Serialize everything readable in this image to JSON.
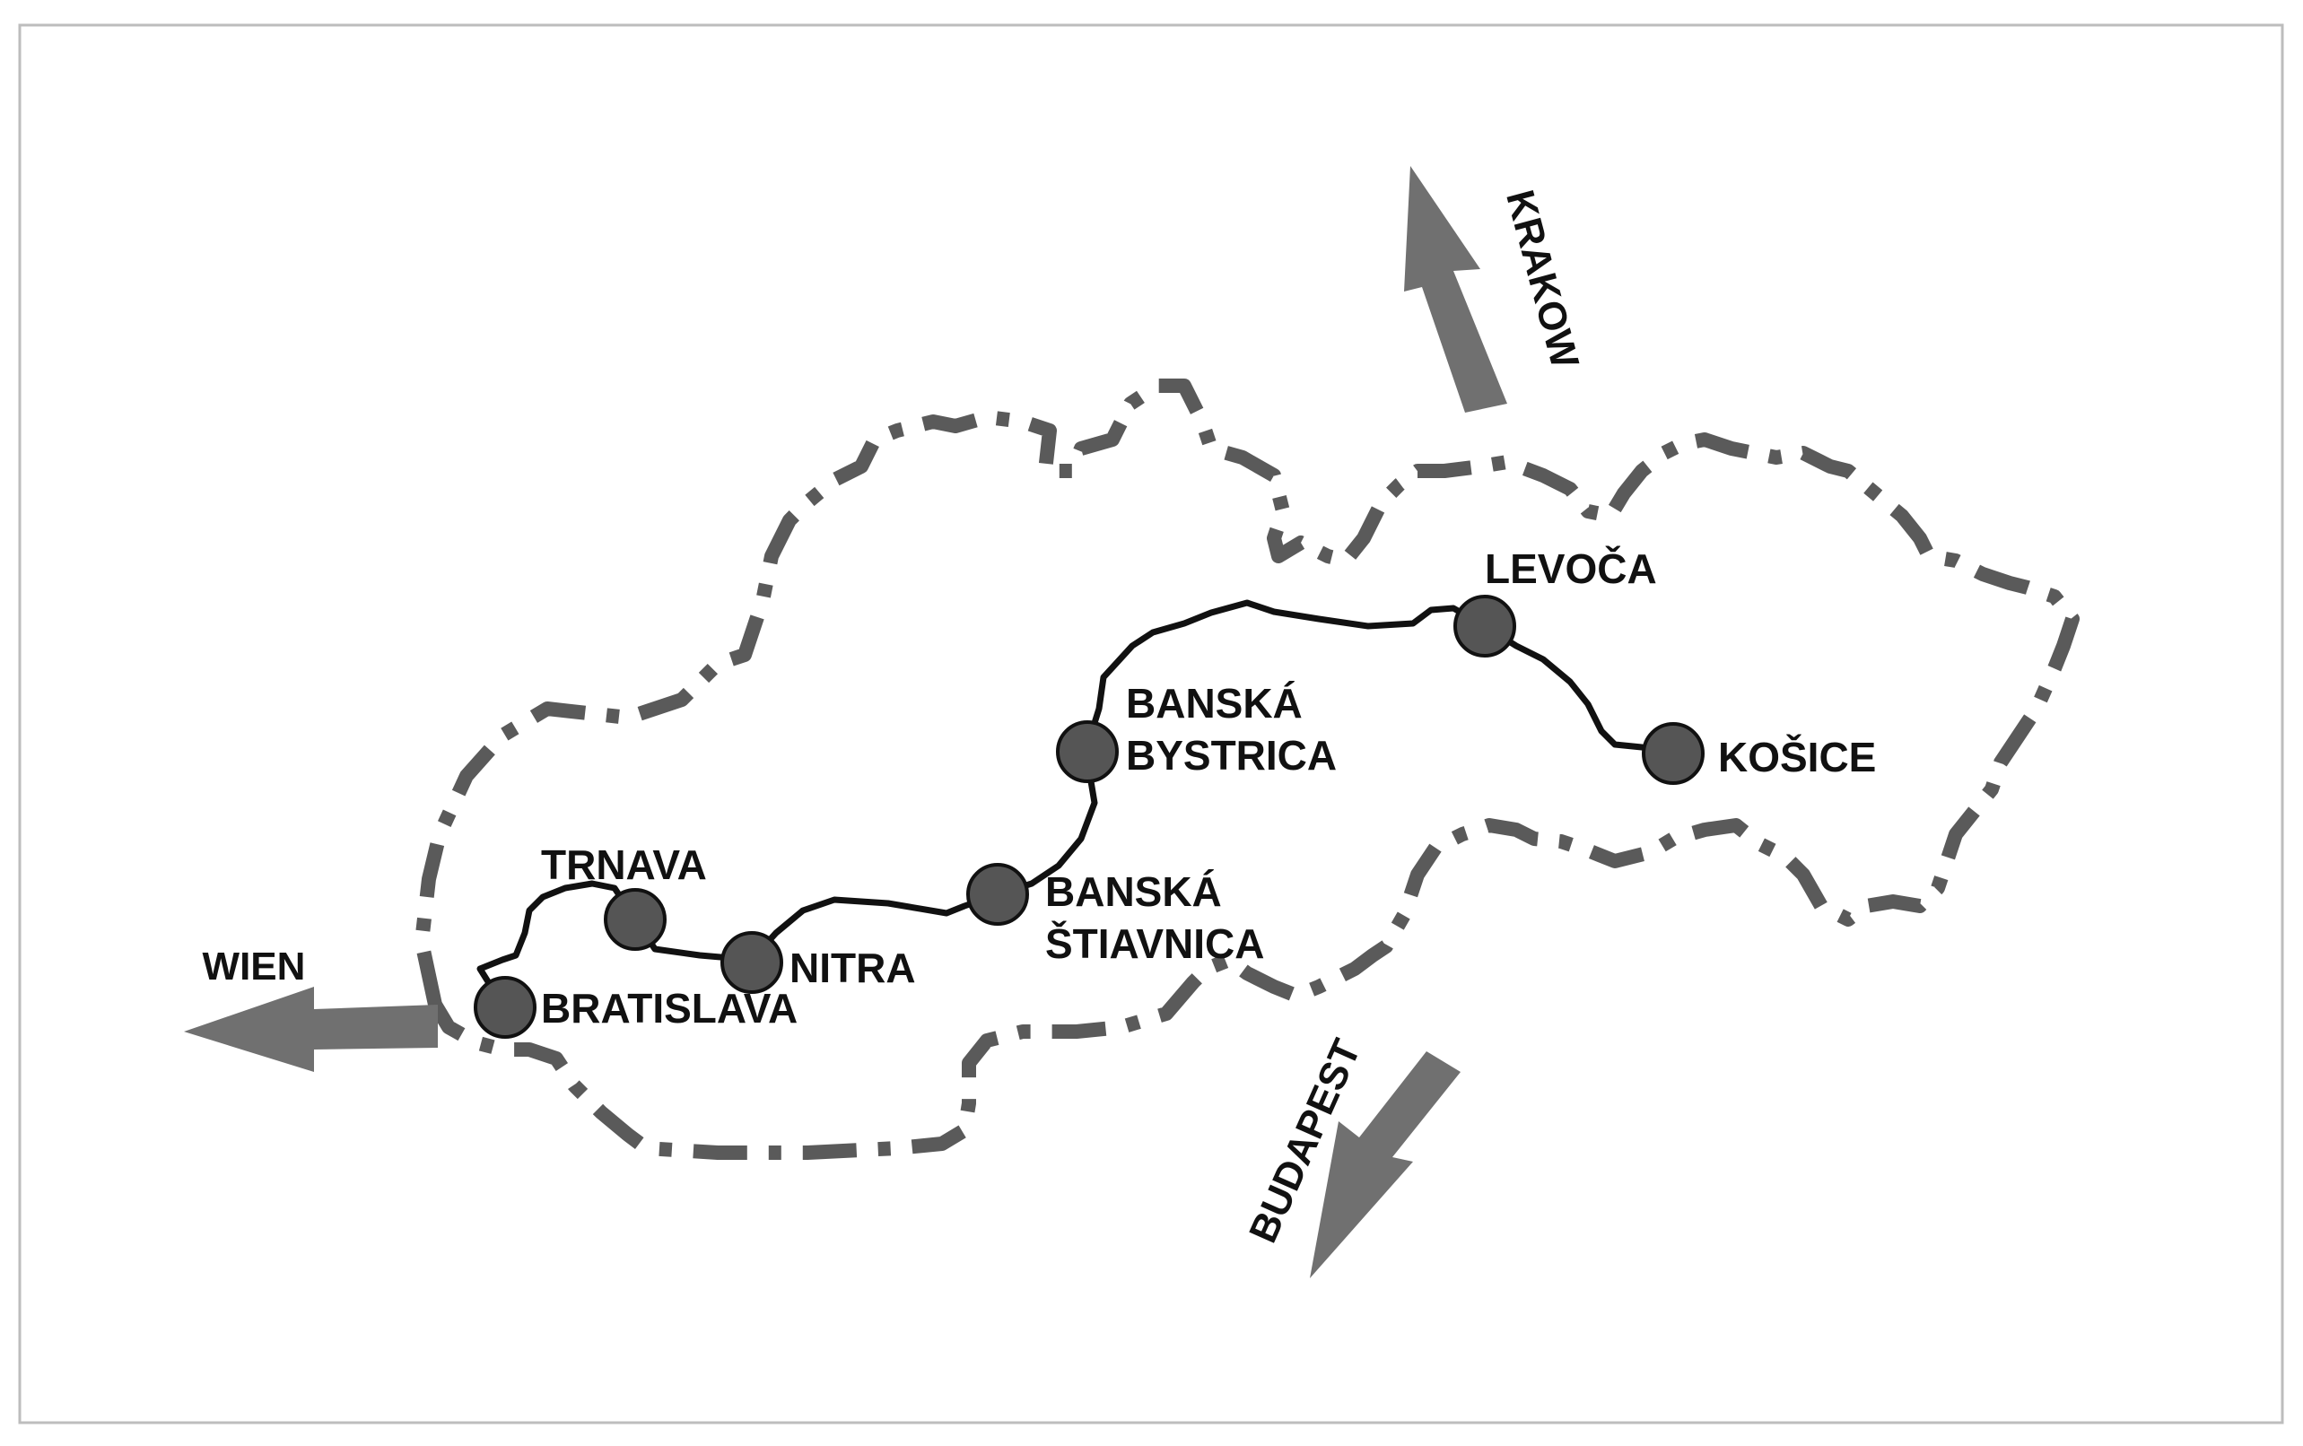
{
  "colors": {
    "border": "#5a5a5a",
    "route": "#111111",
    "city_fill": "#555555",
    "city_stroke": "#111111",
    "arrow": "#707070",
    "frame": "#bdbdbd"
  },
  "cities": [
    {
      "id": "bratislava",
      "label_lines": [
        "BRATISLAVA"
      ]
    },
    {
      "id": "trnava",
      "label_lines": [
        "TRNAVA"
      ]
    },
    {
      "id": "nitra",
      "label_lines": [
        "NITRA"
      ]
    },
    {
      "id": "banska-stiavnica",
      "label_lines": [
        "BANSKÁ",
        "ŠTIAVNICA"
      ]
    },
    {
      "id": "banska-bystrica",
      "label_lines": [
        "BANSKÁ",
        "BYSTRICA"
      ]
    },
    {
      "id": "levoca",
      "label_lines": [
        "LEVOČA"
      ]
    },
    {
      "id": "kosice",
      "label_lines": [
        "KOŠICE"
      ]
    }
  ],
  "directions": [
    {
      "id": "wien",
      "label": "WIEN"
    },
    {
      "id": "krakow",
      "label": "KRAKOW"
    },
    {
      "id": "budapest",
      "label": "BUDAPEST"
    }
  ]
}
